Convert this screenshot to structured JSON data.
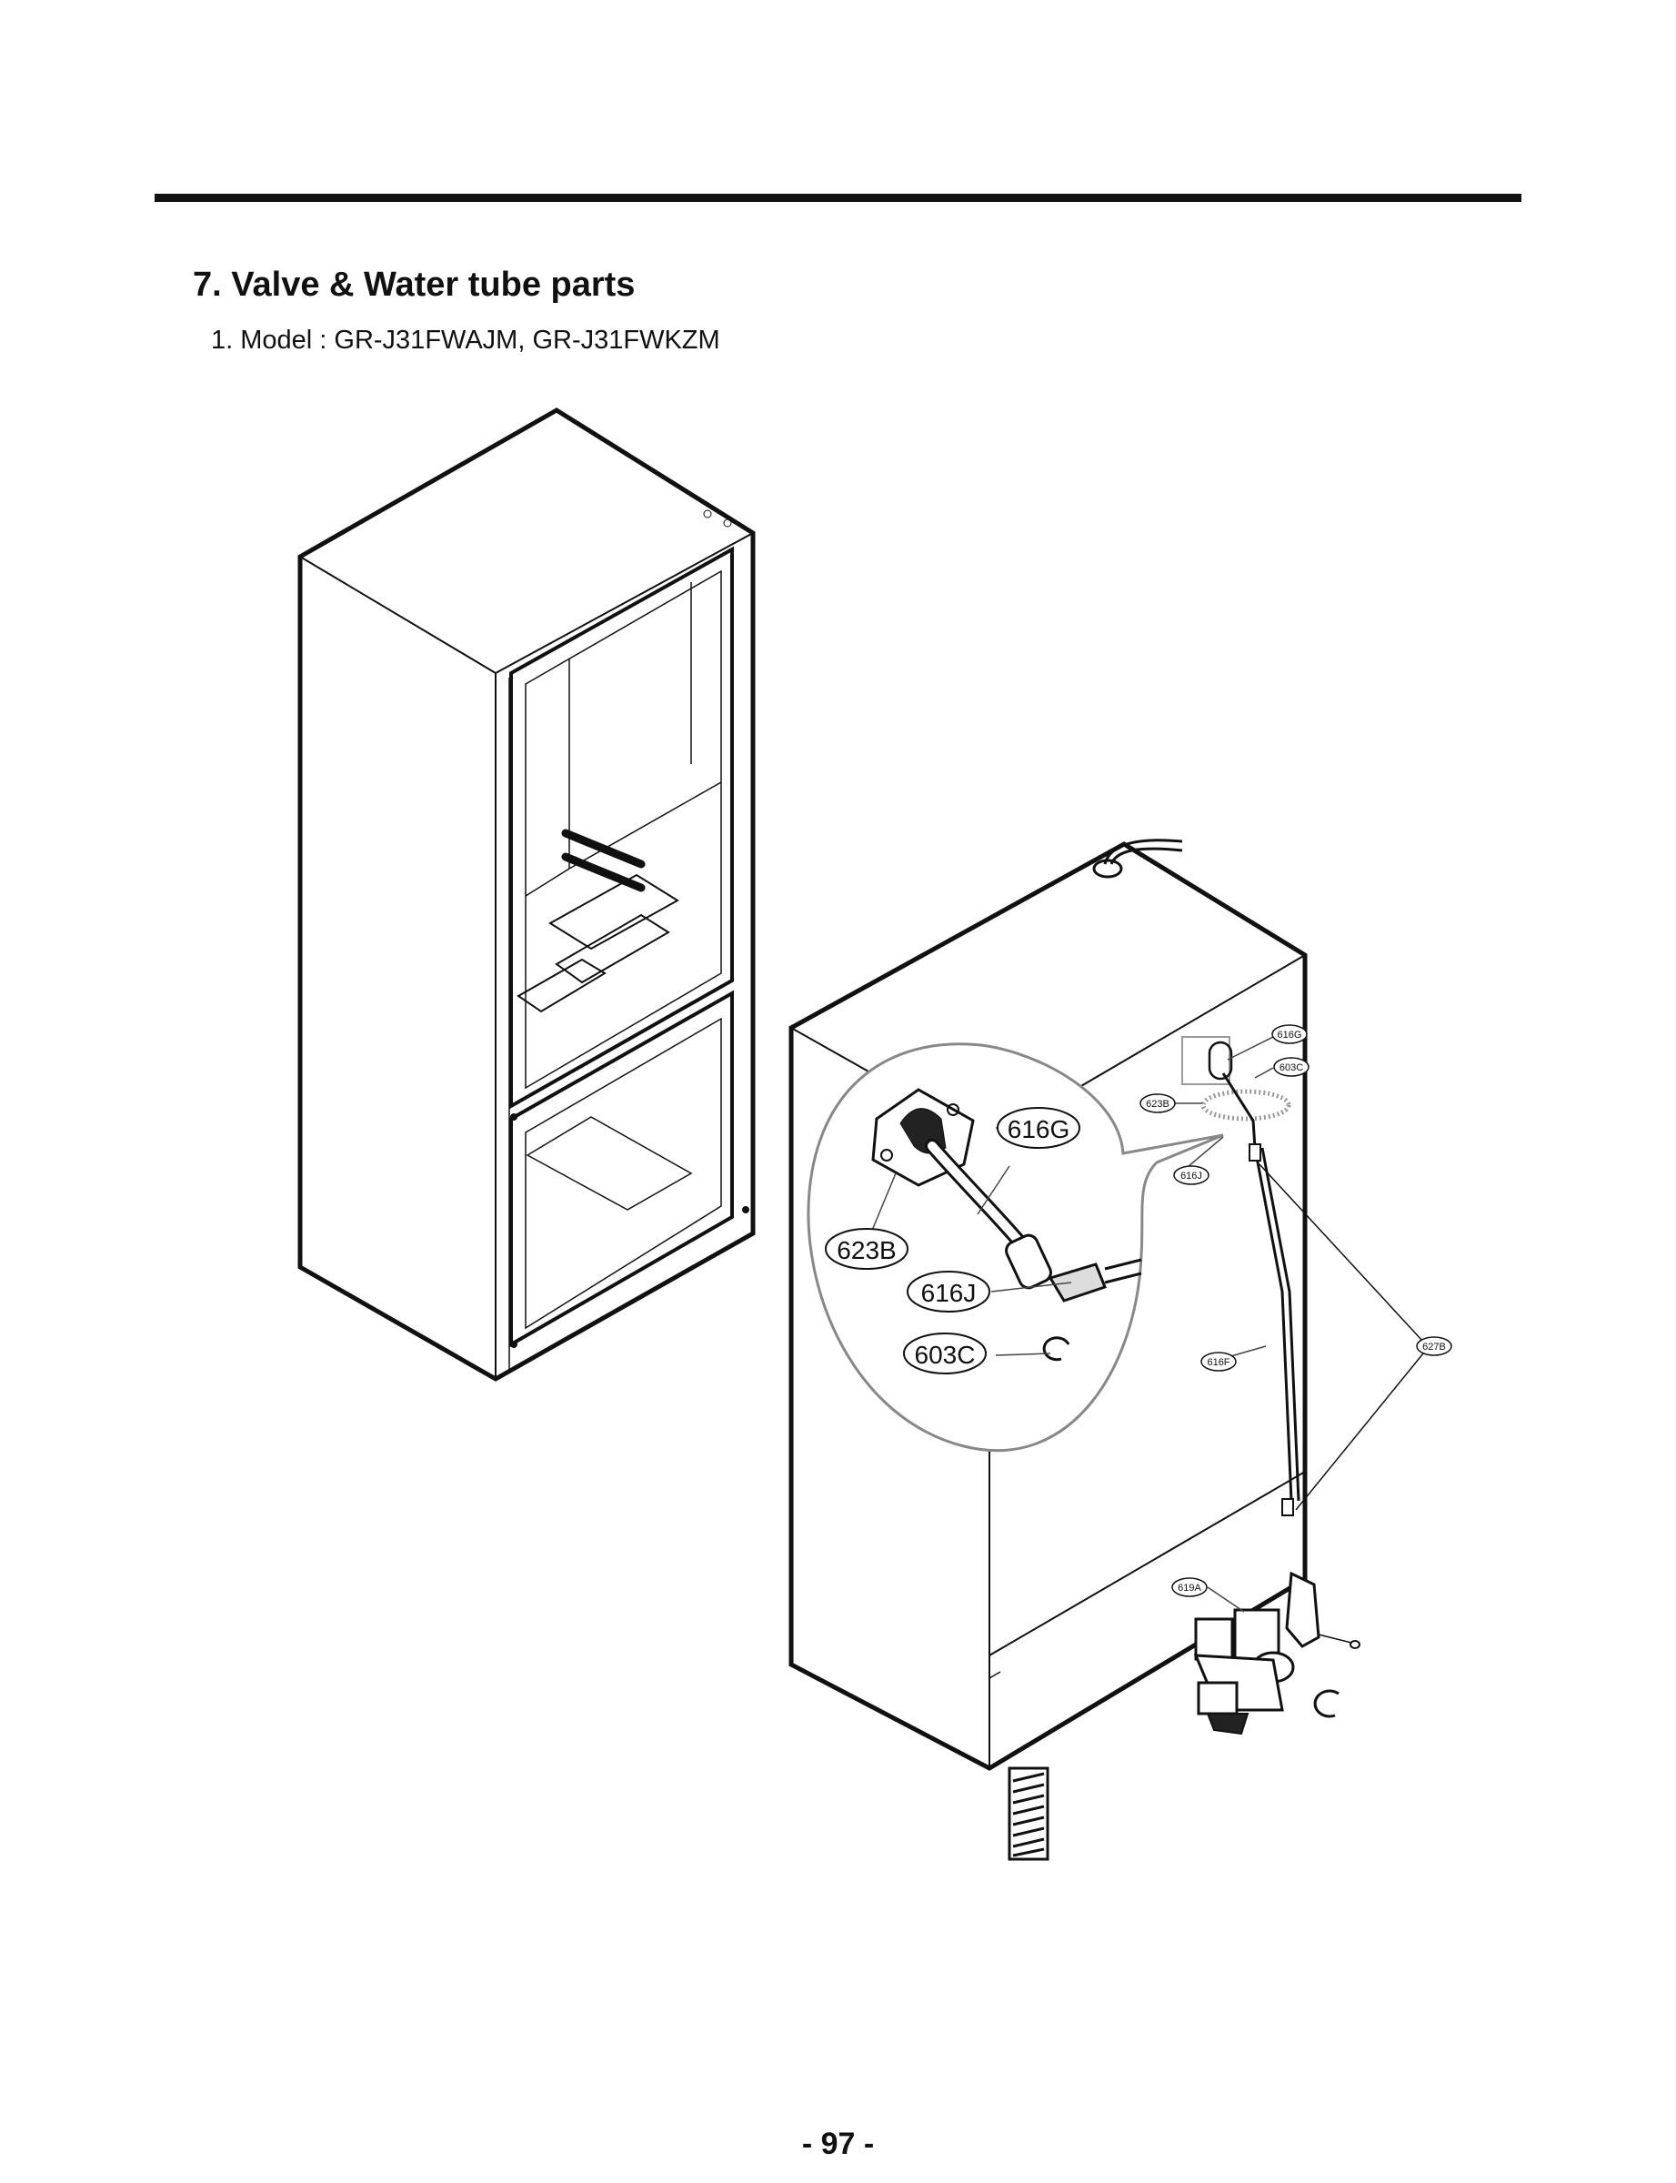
{
  "header": {
    "title": "7. Valve & Water tube parts",
    "subtitle": "1. Model : GR-J31FWAJM, GR-J31FWKZM"
  },
  "callouts": {
    "zoom": [
      "616G",
      "623B",
      "616J",
      "603C"
    ],
    "small": [
      "616G",
      "603C",
      "623B",
      "616J",
      "616F",
      "627B",
      "619A"
    ]
  },
  "footer": {
    "page_number": "- 97 -"
  }
}
